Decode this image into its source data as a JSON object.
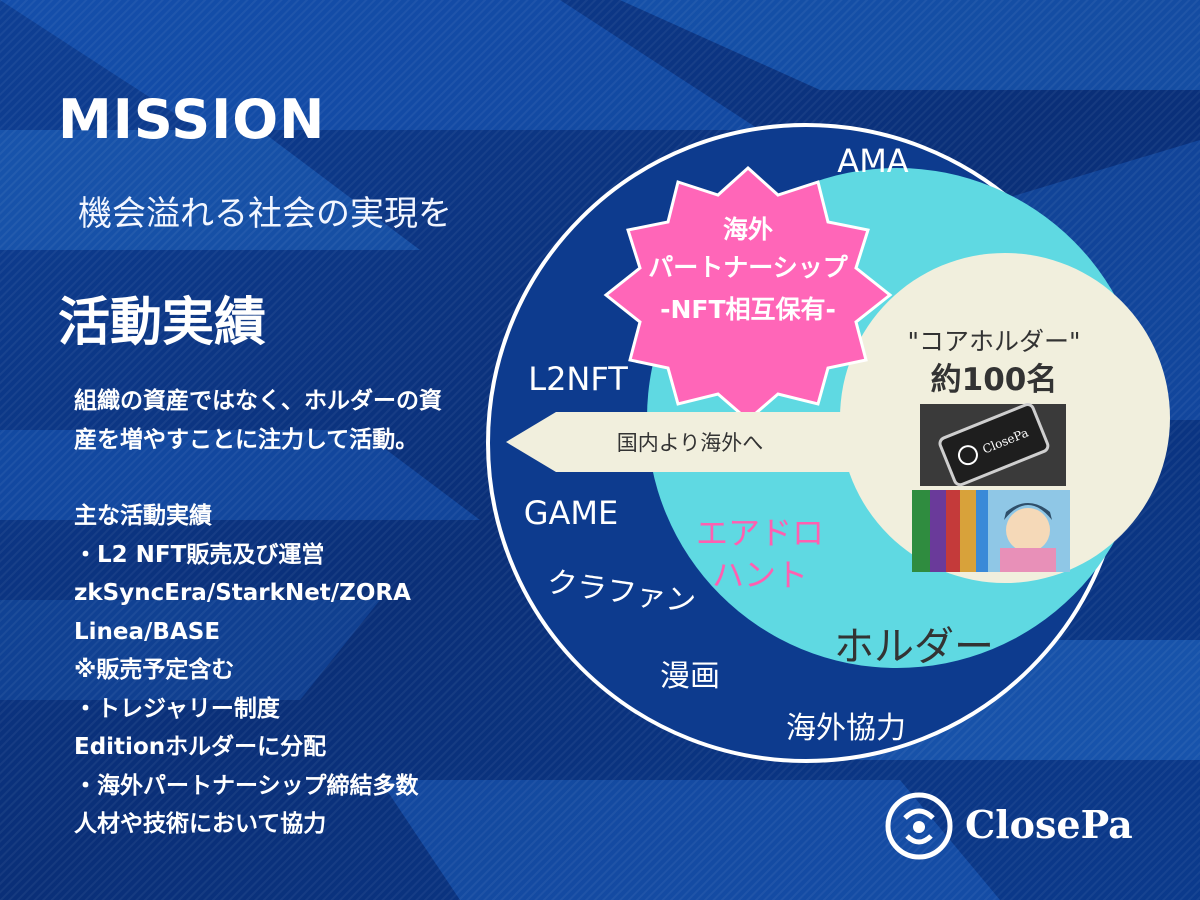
{
  "slide": {
    "mission_title": "MISSION",
    "mission_subtitle": "機会溢れる社会の実現を",
    "results_title": "活動実績",
    "body_lines": [
      "組織の資産ではなく、ホルダーの資",
      "産を増やすことに注力して活動。",
      "",
      "主な活動実績",
      "・L2 NFT販売及び運営",
      "zkSyncEra/StarkNet/ZORA",
      "Linea/BASE",
      "※販売予定含む",
      "・トレジャリー制度",
      "Editionホルダーに分配",
      "・海外パートナーシップ締結多数",
      "人材や技術において協力"
    ]
  },
  "diagram": {
    "outer_labels": [
      "AMA",
      "L2NFT",
      "GAME",
      "クラファン",
      "漫画",
      "海外協力"
    ],
    "star_lines": [
      "海外",
      "パートナーシップ",
      "-NFT相互保有-"
    ],
    "arrow_label": "国内より海外へ",
    "middle_labels": {
      "airdrop_line1": "エアドロ",
      "airdrop_line2": "ハント",
      "holder": "ホルダー"
    },
    "core_lines": [
      "\"コアホルダー\"",
      "約100名"
    ],
    "card_brand": "ClosePa",
    "colors": {
      "outer_circle": "#0d3b8e",
      "middle_circle": "#5fd9e2",
      "core_circle": "#f1efdd",
      "star": "#ff66b8",
      "airdrop_text": "#ff5fb0",
      "holder_text": "#333333",
      "arrow_text": "#333333"
    }
  },
  "logo": {
    "name": "ClosePa"
  }
}
